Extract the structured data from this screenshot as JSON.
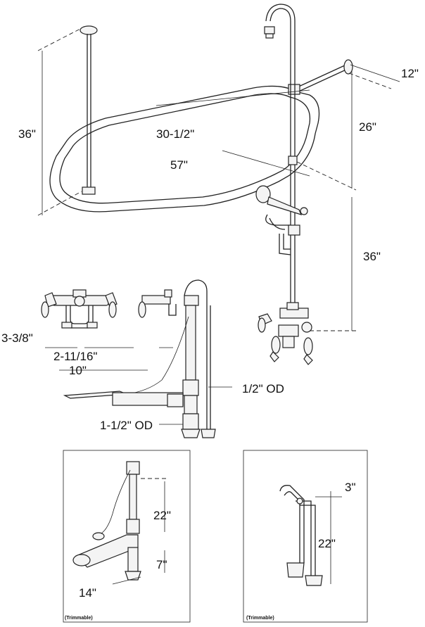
{
  "dimensions": {
    "rod_height": "36\"",
    "rod_width": "30-1/2\"",
    "rod_length": "57\"",
    "wall_offset": "12\"",
    "riser_upper": "26\"",
    "riser_lower": "36\"",
    "faucet_spread_small": "3-3/8\"",
    "faucet_spread_mid": "2-11/16\"",
    "faucet_spread_wide": "10\"",
    "supply_od": "1/2\" OD",
    "drain_od": "1-1/2\" OD",
    "drain_height": "22\"",
    "drain_base": "7\"",
    "drain_reach": "14\"",
    "supply_offset": "3\"",
    "supply_height": "22\""
  },
  "notes": {
    "trimmable_left": "(Trimmable)",
    "trimmable_right": "(Trimmable)"
  }
}
